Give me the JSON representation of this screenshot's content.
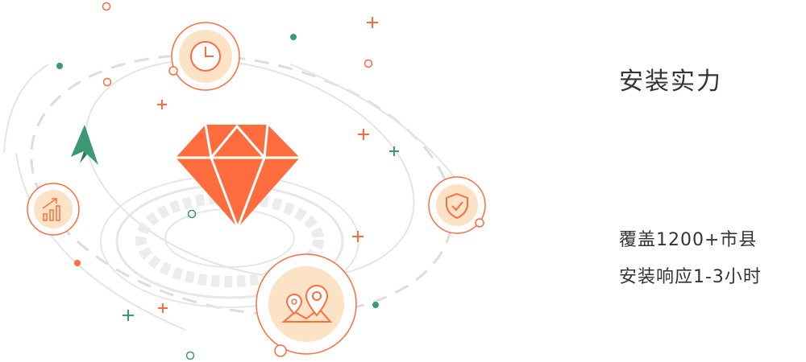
{
  "section": {
    "title": "安装实力",
    "lines": [
      "覆盖1200+市县",
      "安装响应1-3小时"
    ]
  },
  "colors": {
    "accent": "#ff6d3f",
    "peach": "#fde3c6",
    "green": "#3a9a74",
    "orbit": "#dcdde0",
    "text": "#333333"
  },
  "icons": [
    "diamond-icon",
    "clock-icon",
    "growth-chart-icon",
    "shield-check-icon",
    "map-pin-icon",
    "paper-plane-icon"
  ]
}
